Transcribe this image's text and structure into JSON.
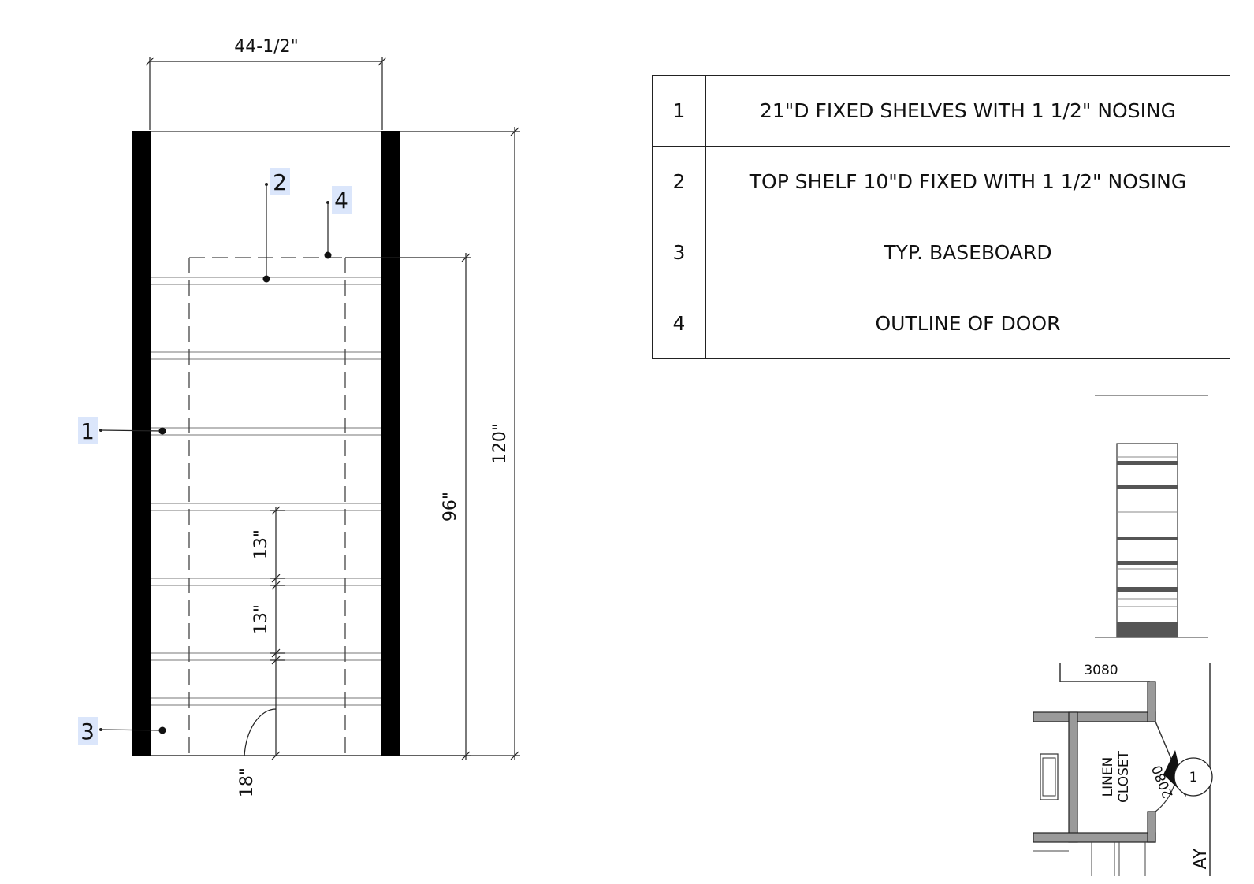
{
  "elevation": {
    "width_dim": "44-1/2\"",
    "overall_height_dim": "120\"",
    "door_height_dim": "96\"",
    "shelf_spacing_dims": [
      "13\"",
      "13\""
    ],
    "bottom_shelf_dim": "18\"",
    "tags": [
      {
        "id": "1",
        "label": "1"
      },
      {
        "id": "2",
        "label": "2"
      },
      {
        "id": "3",
        "label": "3"
      },
      {
        "id": "4",
        "label": "4"
      }
    ]
  },
  "legend": {
    "rows": [
      {
        "num": "1",
        "text": "21\"D FIXED SHELVES WITH 1 1/2\" NOSING"
      },
      {
        "num": "2",
        "text": "TOP SHELF 10\"D FIXED WITH 1 1/2\" NOSING"
      },
      {
        "num": "3",
        "text": "TYP. BASEBOARD"
      },
      {
        "num": "4",
        "text": "OUTLINE OF DOOR"
      }
    ]
  },
  "key_plan": {
    "room_label_line1": "LINEN",
    "room_label_line2": "CLOSET",
    "door_code": "2080",
    "other_door_code": "3080",
    "elevation_marker": "1",
    "partial_text": "AY"
  },
  "colors": {
    "tag_highlight": "#dbe6fb",
    "wall_fill": "#000000",
    "plan_wall": "#9a9a9a"
  }
}
